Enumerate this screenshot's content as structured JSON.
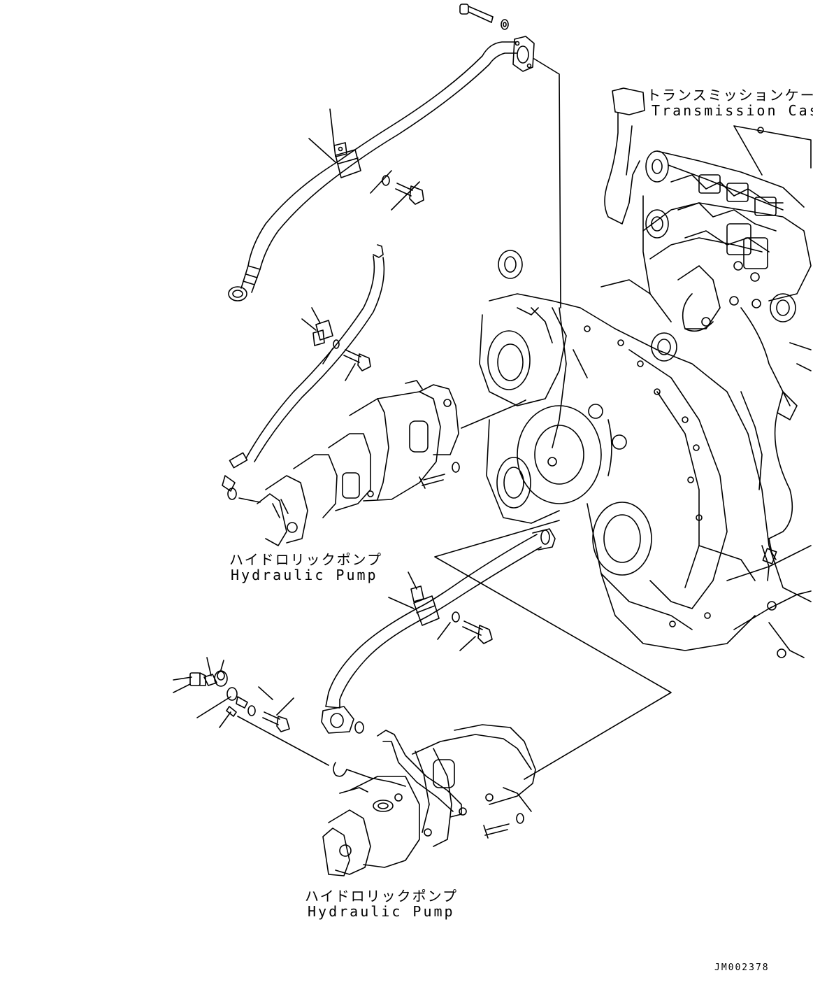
{
  "callouts": {
    "transmission_case": {
      "jp": "トランスミッションケース",
      "en": "Transmission Case"
    },
    "hydraulic_pump_1": {
      "jp": "ハイドロリックポンプ",
      "en": "Hydraulic Pump"
    },
    "hydraulic_pump_2": {
      "jp": "ハイドロリックポンプ",
      "en": "Hydraulic Pump"
    }
  },
  "drawing_number": "JM002378"
}
